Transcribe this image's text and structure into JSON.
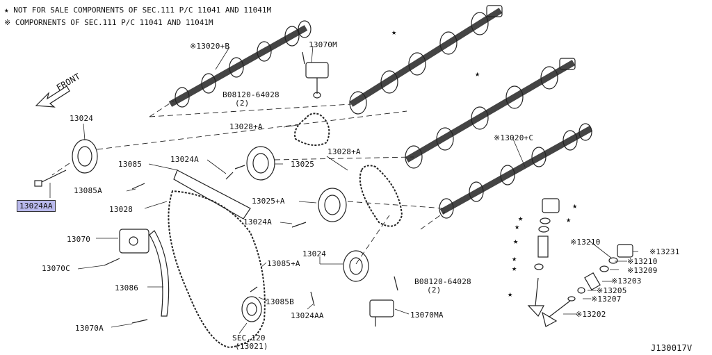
{
  "legend": {
    "line1": "★ NOT FOR SALE COMPORNENTS OF SEC.111 P/C 11041 AND 11041M",
    "line2": "※ COMPORNENTS OF SEC.111 P/C 11041 AND 11041M"
  },
  "front_label": "FRONT",
  "diagram_code": "J130017V",
  "star_symbol": "★",
  "callouts": {
    "p13020b": "※13020+B",
    "p13070m": "13070M",
    "p08120a": "B08120-64028",
    "p08120a_qty": "(2)",
    "p13024_top": "13024",
    "p13028b": "13028+A",
    "p13024a": "13024A",
    "p13025": "13025",
    "p13085": "13085",
    "p13085a": "13085A",
    "p13024aa": "13024AA",
    "p13028": "13028",
    "p13028a": "13028+A",
    "p13025a": "13025+A",
    "p13024a2": "13024A",
    "p13070": "13070",
    "p13070c": "13070C",
    "p13024_mid": "13024",
    "p13085a_plus": "13085+A",
    "p13086": "13086",
    "p13085b": "13085B",
    "p13024aa2": "13024AA",
    "p08120b": "B08120-64028",
    "p08120b_qty": "(2)",
    "p13070ma": "13070MA",
    "p13070a": "13070A",
    "p_sec120": "SEC.120",
    "p_sec120_sub": "(13021)",
    "p13020c": "※13020+C",
    "p13210a": "※13210",
    "p13231": "※13231",
    "p13210b": "※13210",
    "p13209": "※13209",
    "p13203": "※13203",
    "p13205": "※13205",
    "p13207": "※13207",
    "p13202": "※13202"
  }
}
